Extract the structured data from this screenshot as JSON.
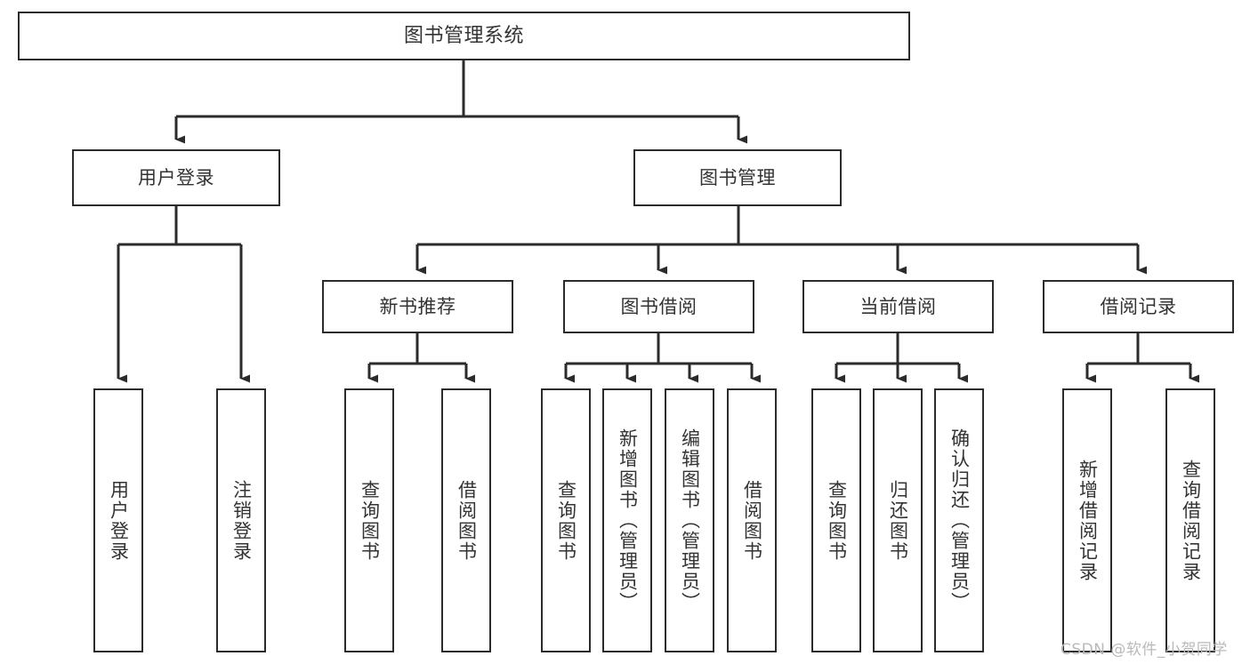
{
  "diagram": {
    "title": "图书管理系统",
    "type": "tree-hierarchy-diagram",
    "colors": {
      "box_border": "#2b2b2b",
      "box_fill": "#ffffff",
      "text": "#333333",
      "connector": "#2b2b2b",
      "watermark": "#b9b9b9",
      "background": "#ffffff"
    },
    "root": {
      "id": "root",
      "label": "图书管理系统"
    },
    "level2": [
      {
        "id": "user-login",
        "label": "用户登录"
      },
      {
        "id": "book-management",
        "label": "图书管理"
      }
    ],
    "level3": [
      {
        "id": "new-book-recommend",
        "label": "新书推荐",
        "parent": "book-management"
      },
      {
        "id": "book-borrow",
        "label": "图书借阅",
        "parent": "book-management"
      },
      {
        "id": "current-borrow",
        "label": "当前借阅",
        "parent": "book-management"
      },
      {
        "id": "borrow-record",
        "label": "借阅记录",
        "parent": "book-management"
      }
    ],
    "leaves": [
      {
        "id": "leaf-user-login",
        "label": "用户登录",
        "parent": "user-login"
      },
      {
        "id": "leaf-logout-login",
        "label": "注销登录",
        "parent": "user-login"
      },
      {
        "id": "leaf-query-book-1",
        "label": "查询图书",
        "parent": "new-book-recommend"
      },
      {
        "id": "leaf-borrow-book-1",
        "label": "借阅图书",
        "parent": "new-book-recommend"
      },
      {
        "id": "leaf-query-book-2",
        "label": "查询图书",
        "parent": "book-borrow"
      },
      {
        "id": "leaf-add-book",
        "label": "新增图书（管理员）",
        "parent": "book-borrow"
      },
      {
        "id": "leaf-edit-book",
        "label": "编辑图书（管理员）",
        "parent": "book-borrow"
      },
      {
        "id": "leaf-borrow-book-2",
        "label": "借阅图书",
        "parent": "book-borrow"
      },
      {
        "id": "leaf-query-book-3",
        "label": "查询图书",
        "parent": "current-borrow"
      },
      {
        "id": "leaf-return-book",
        "label": "归还图书",
        "parent": "current-borrow"
      },
      {
        "id": "leaf-confirm-return",
        "label": "确认归还（管理员）",
        "parent": "current-borrow"
      },
      {
        "id": "leaf-add-record",
        "label": "新增借阅记录",
        "parent": "borrow-record"
      },
      {
        "id": "leaf-query-record",
        "label": "查询借阅记录",
        "parent": "borrow-record"
      }
    ],
    "watermark": "CSDN @软件_小贺同学"
  }
}
